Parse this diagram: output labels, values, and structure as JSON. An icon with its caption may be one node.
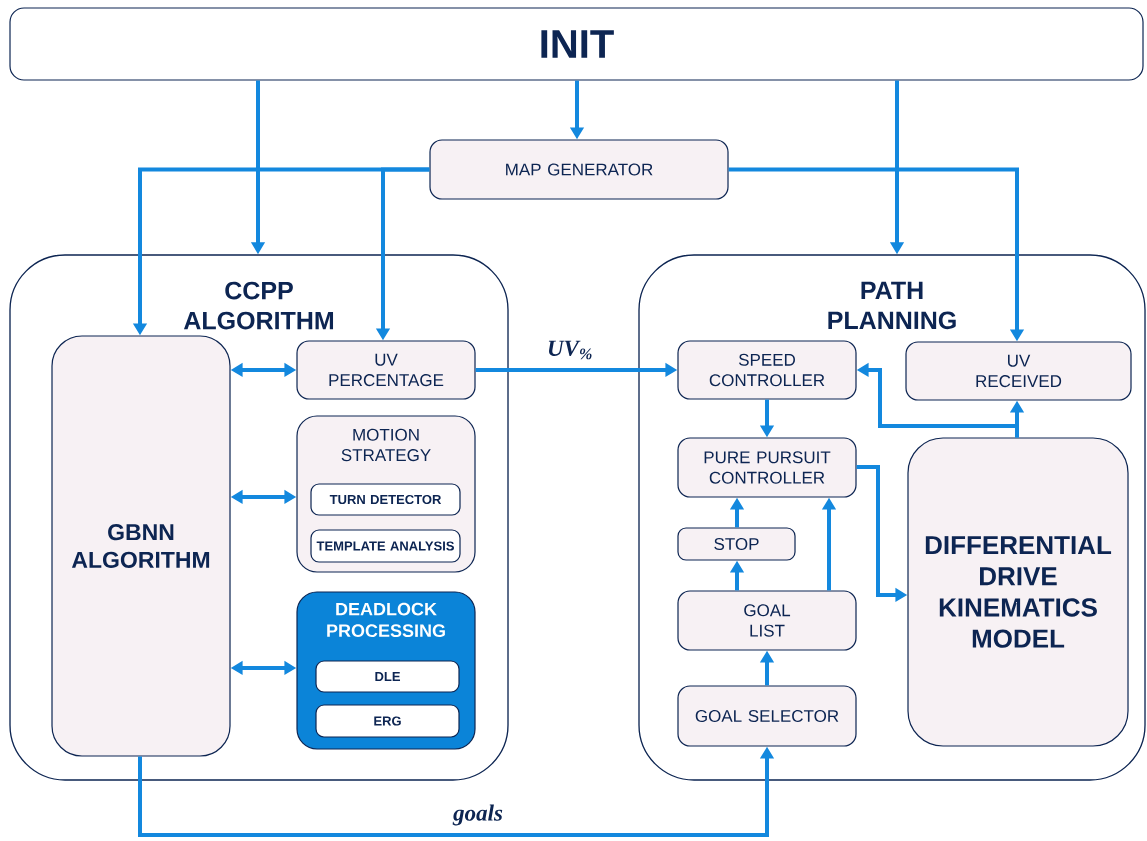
{
  "diagram": {
    "nodes": [
      {
        "text": [
          "INIT"
        ]
      },
      {
        "text": [
          "MAP GENERATOR"
        ]
      },
      {
        "text": [
          "CCPP ALGORITHM"
        ]
      },
      {
        "text": [
          "GBNN ALGORITHM"
        ],
        "in": 2
      },
      {
        "text": [
          "UV PERCENTAGE"
        ],
        "in": 2
      },
      {
        "text": [
          "MOTION STRATEGY"
        ],
        "in": 2
      },
      {
        "text": [
          "TURN DETECTOR"
        ],
        "in": 5
      },
      {
        "text": [
          "TEMPLATE ANALYSIS"
        ],
        "in": 5
      },
      {
        "text": [
          "DEADLOCK PROCESSING"
        ],
        "in": 2
      },
      {
        "text": [
          "DLE"
        ],
        "in": 8
      },
      {
        "text": [
          "ERG"
        ],
        "in": 8
      },
      {
        "text": [
          "PATH PLANNING"
        ]
      },
      {
        "text": [
          "SPEED CONTROLLER"
        ],
        "in": 11
      },
      {
        "text": [
          "UV RECEIVED"
        ],
        "in": 11
      },
      {
        "text": [
          "PURE PURSUIT CONTROLLER"
        ],
        "in": 11
      },
      {
        "text": [
          "STOP"
        ],
        "in": 11
      },
      {
        "text": [
          "GOAL LIST"
        ],
        "in": 11
      },
      {
        "text": [
          "GOAL SELECTOR"
        ],
        "in": 11
      },
      {
        "text": [
          "DIFFERENTIAL DRIVE KINEMATICS MODEL"
        ],
        "in": 11
      }
    ],
    "edges": [
      {
        "from": 0,
        "to": 1,
        "arrow": "to"
      },
      {
        "from": 0,
        "to": 2,
        "arrow": "to"
      },
      {
        "from": 0,
        "to": 11,
        "arrow": "to"
      },
      {
        "from": 1,
        "to": 3,
        "arrow": "to"
      },
      {
        "from": 1,
        "to": 4,
        "arrow": "to"
      },
      {
        "from": 1,
        "to": 13,
        "arrow": "to"
      },
      {
        "from": 3,
        "to": 4,
        "arrow": "both"
      },
      {
        "from": 3,
        "to": 5,
        "arrow": "both"
      },
      {
        "from": 3,
        "to": 8,
        "arrow": "both"
      },
      {
        "from": 4,
        "to": 12,
        "arrow": "to",
        "label": "UV$_{%}$"
      },
      {
        "from": 12,
        "to": 14,
        "arrow": "to"
      },
      {
        "from": 18,
        "to": 13,
        "arrow": "to"
      },
      {
        "from": 18,
        "to": 12,
        "arrow": "to"
      },
      {
        "from": 15,
        "to": 14,
        "arrow": "to"
      },
      {
        "from": 16,
        "to": 15,
        "arrow": "to"
      },
      {
        "from": 16,
        "to": 14,
        "arrow": "to"
      },
      {
        "from": 17,
        "to": 16,
        "arrow": "to"
      },
      {
        "from": 14,
        "to": 18,
        "arrow": "to"
      },
      {
        "from": 3,
        "to": 17,
        "arrow": "to",
        "label": "goals"
      }
    ]
  }
}
